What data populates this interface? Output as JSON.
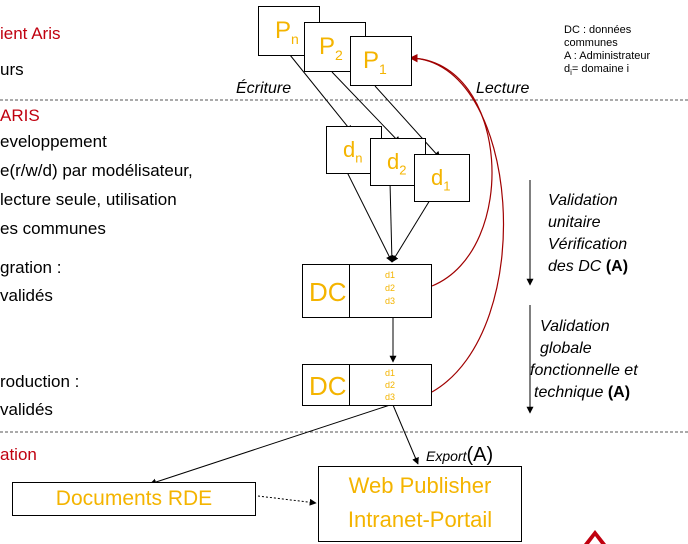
{
  "colors": {
    "title_red": "#c0000f",
    "label_yellow": "#f4b400",
    "arc_red": "#a00000"
  },
  "left_text": {
    "client_title": "ient Aris",
    "client_line": "urs",
    "aris_title": "ARIS",
    "dev_line1": "eveloppement",
    "dev_line2": "e(r/w/d) par modélisateur,",
    "dev_line3": "lecture seule, utilisation",
    "dev_line4": "es communes",
    "integ_line1": "gration :",
    "integ_line2": "validés",
    "prod_line1": "roduction :",
    "prod_line2": "validés",
    "pub_title": "ation"
  },
  "legend": {
    "line1": "DC : données",
    "line2": "communes",
    "line3": "A : Administrateur",
    "line4_pre": "d",
    "line4_sub": "i",
    "line4_post": "= domaine i"
  },
  "processes": [
    {
      "letter": "P",
      "sub": "n"
    },
    {
      "letter": "P",
      "sub": "2"
    },
    {
      "letter": "P",
      "sub": "1"
    }
  ],
  "domains": [
    {
      "letter": "d",
      "sub": "n"
    },
    {
      "letter": "d",
      "sub": "2"
    },
    {
      "letter": "d",
      "sub": "1"
    }
  ],
  "labels": {
    "ecriture": "Écriture",
    "lecture": "Lecture",
    "export": "Export",
    "export_a": "(A)"
  },
  "dc_boxes": [
    {
      "label": "DC",
      "items": [
        "d1",
        "d2",
        "d3"
      ]
    },
    {
      "label": "DC",
      "items": [
        "d1",
        "d2",
        "d3"
      ]
    }
  ],
  "validation_unit": {
    "line1": "Validation",
    "line2": "unitaire",
    "line3": "Vérification",
    "line4": "des DC",
    "bold": "(A)"
  },
  "validation_global": {
    "line1": "Validation",
    "line2": "globale",
    "line3": "fonctionnelle et",
    "line4": "technique",
    "bold": "(A)"
  },
  "outputs": {
    "documents": "Documents  RDE",
    "web1": "Web Publisher",
    "web2": "Intranet-Portail"
  }
}
